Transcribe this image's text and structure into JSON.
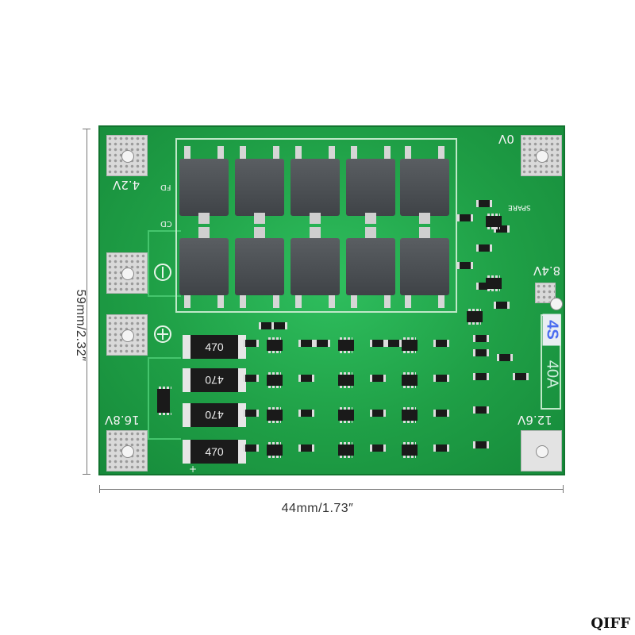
{
  "dimensions": {
    "width_label": "44mm/1.73″",
    "height_label": "59mm/2.32″"
  },
  "board": {
    "voltage_labels": {
      "v0": "0V",
      "v4_2": "4.2V",
      "v8_4": "8.4V",
      "v12_6": "12.6V",
      "v16_8": "16.8V"
    },
    "spec": {
      "cells": "4S",
      "current": "40A"
    },
    "silk": {
      "fd": "FD",
      "cd": "CD",
      "spare": "SPARE",
      "plus": "+"
    },
    "resistor_labels": [
      "470",
      "470",
      "470",
      "470"
    ]
  },
  "watermark": "QIFF",
  "colors": {
    "pcb_green": "#1f9f46",
    "spec_blue": "#4a6cf0"
  }
}
